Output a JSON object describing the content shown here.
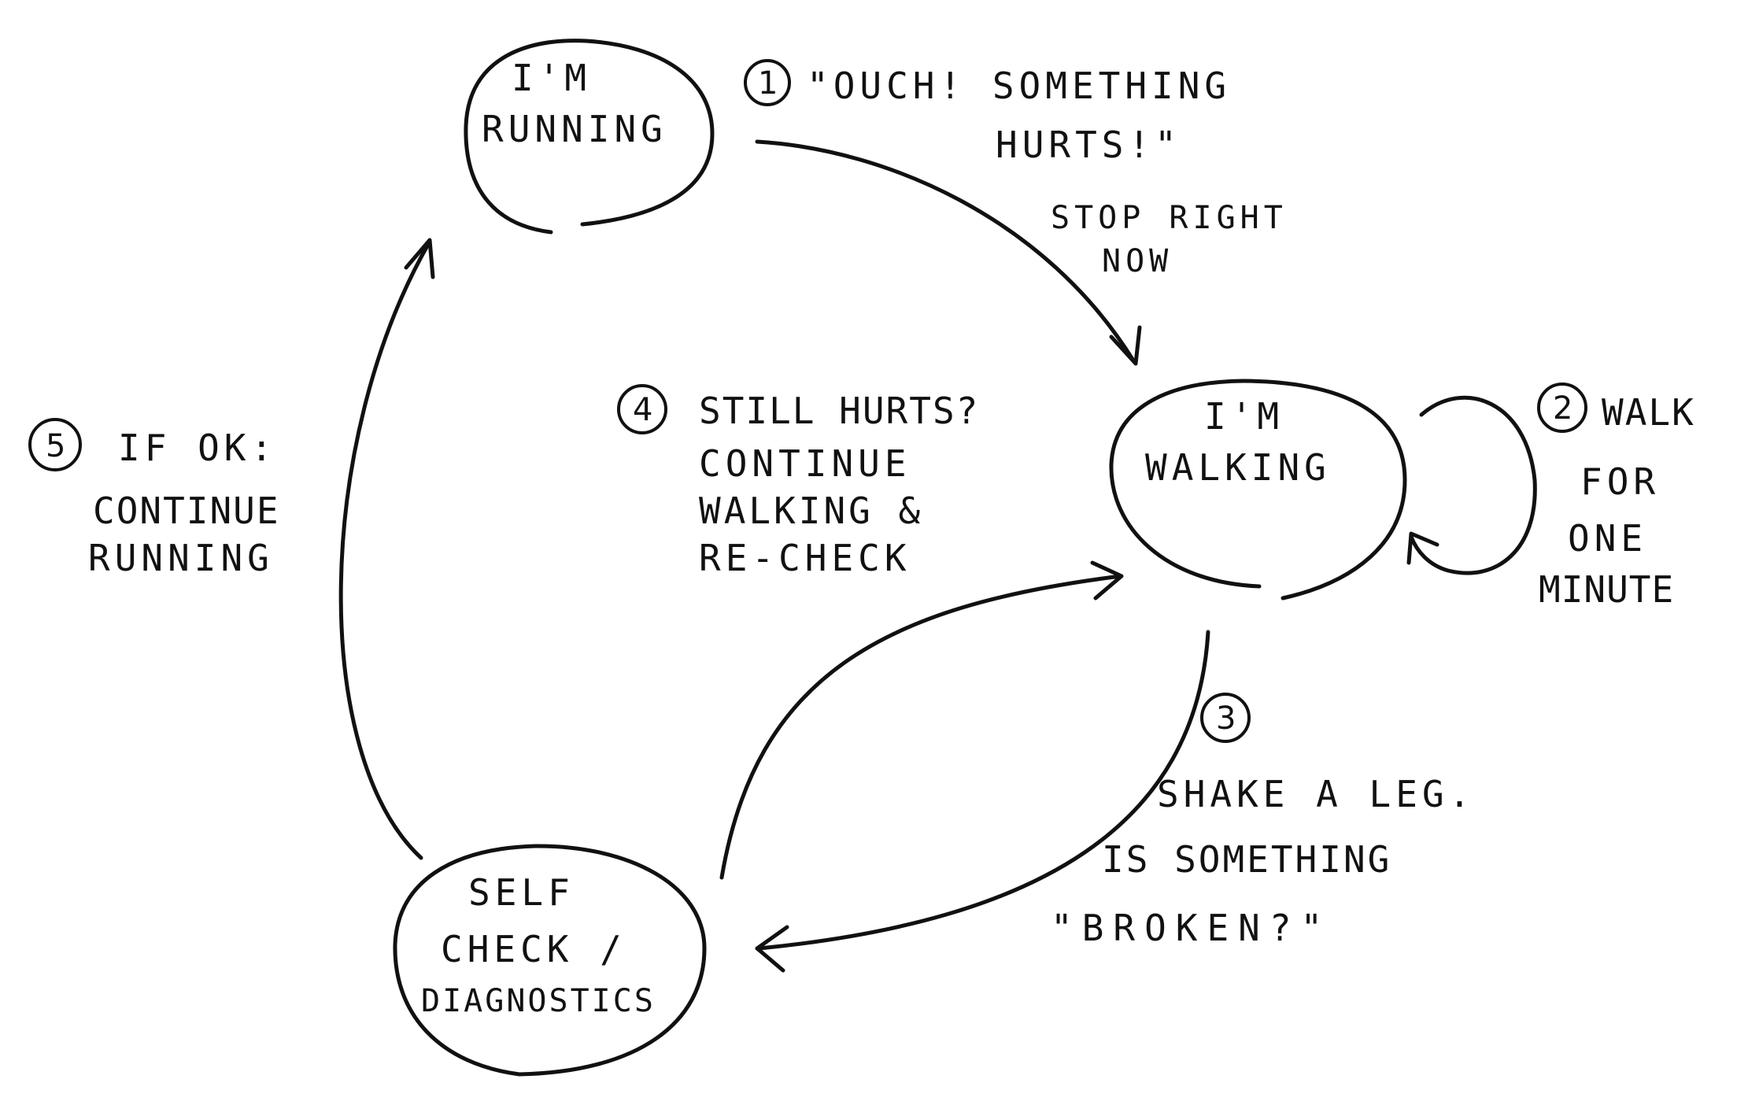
{
  "nodes": {
    "running": {
      "lines": [
        "I'M",
        "RUNNING"
      ]
    },
    "walking": {
      "lines": [
        "I'M",
        "WALKING"
      ]
    },
    "selfcheck": {
      "lines": [
        "SELF",
        "CHECK /",
        "DIAGNOSTICS"
      ]
    }
  },
  "steps": {
    "step1": {
      "number": "1",
      "lines": [
        "\"OUCH! SOMETHING",
        "HURTS!\""
      ]
    },
    "step1b": {
      "lines": [
        "STOP RIGHT",
        "NOW"
      ]
    },
    "step2": {
      "number": "2",
      "lines": [
        "WALK",
        "FOR",
        "ONE",
        "MINUTE"
      ]
    },
    "step3": {
      "number": "3",
      "lines": [
        "SHAKE A LEG.",
        "IS SOMETHING",
        "\"BROKEN?\""
      ]
    },
    "step4": {
      "number": "4",
      "lines": [
        "STILL HURTS?",
        "CONTINUE",
        "WALKING &",
        "RE-CHECK"
      ]
    },
    "step5": {
      "number": "5",
      "lines": [
        "IF OK:",
        "CONTINUE",
        "RUNNING"
      ]
    }
  }
}
